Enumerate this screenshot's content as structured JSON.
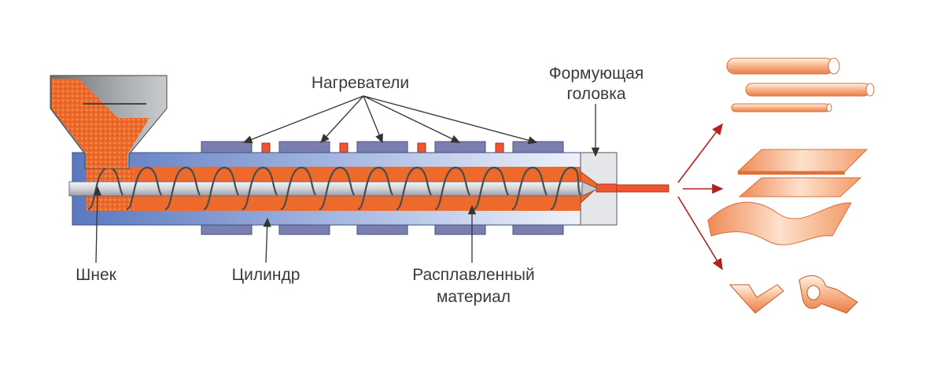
{
  "labels": {
    "heaters": "Нагреватели",
    "die_line1": "Формующая",
    "die_line2": "головка",
    "screw": "Шнек",
    "cylinder": "Цилиндр",
    "melt_line1": "Расплавленный",
    "melt_line2": "материал"
  },
  "colors": {
    "melt": "#ee6a2a",
    "barrel_dark": "#5a78c0",
    "barrel_light": "#eef2fa",
    "heater": "#7a7fb0",
    "heater_small": "#ee5530",
    "arrow": "#b32020",
    "product": "#f3a373"
  },
  "icons": {
    "products": [
      "pipe-icon",
      "sheet-icon",
      "film-icon",
      "profile-icon"
    ]
  }
}
